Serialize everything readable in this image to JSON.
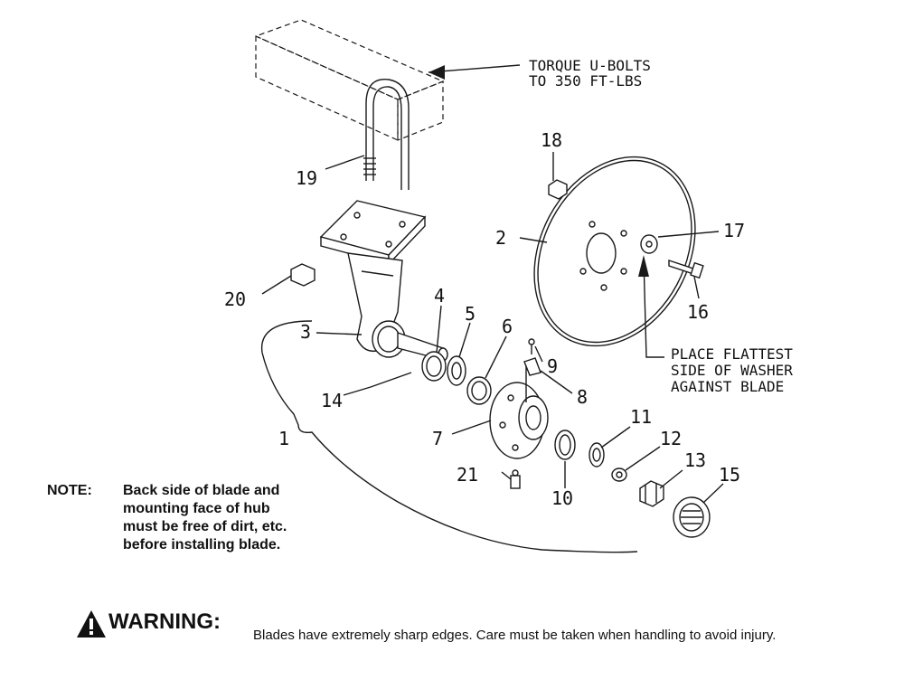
{
  "callouts": {
    "torque_line1": "TORQUE U-BOLTS",
    "torque_line2": "TO 350 FT-LBS",
    "washer_line1": "PLACE FLATTEST",
    "washer_line2": "SIDE OF WASHER",
    "washer_line3": "AGAINST BLADE"
  },
  "part_numbers": {
    "p1": "1",
    "p2": "2",
    "p3": "3",
    "p4": "4",
    "p5": "5",
    "p6": "6",
    "p7": "7",
    "p8": "8",
    "p9": "9",
    "p10": "10",
    "p11": "11",
    "p12": "12",
    "p13": "13",
    "p14": "14",
    "p15": "15",
    "p16": "16",
    "p17": "17",
    "p18": "18",
    "p19": "19",
    "p20": "20",
    "p21": "21"
  },
  "note": {
    "heading": "NOTE:",
    "line1": "Back side of blade and",
    "line2": "mounting face of hub",
    "line3": "must be free of dirt, etc.",
    "line4": "before installing blade."
  },
  "warning": {
    "heading": "WARNING:",
    "text": "Blades have extremely sharp edges.  Care must be taken when handling to avoid injury."
  },
  "icons": {
    "warning": "warning-triangle-icon"
  }
}
